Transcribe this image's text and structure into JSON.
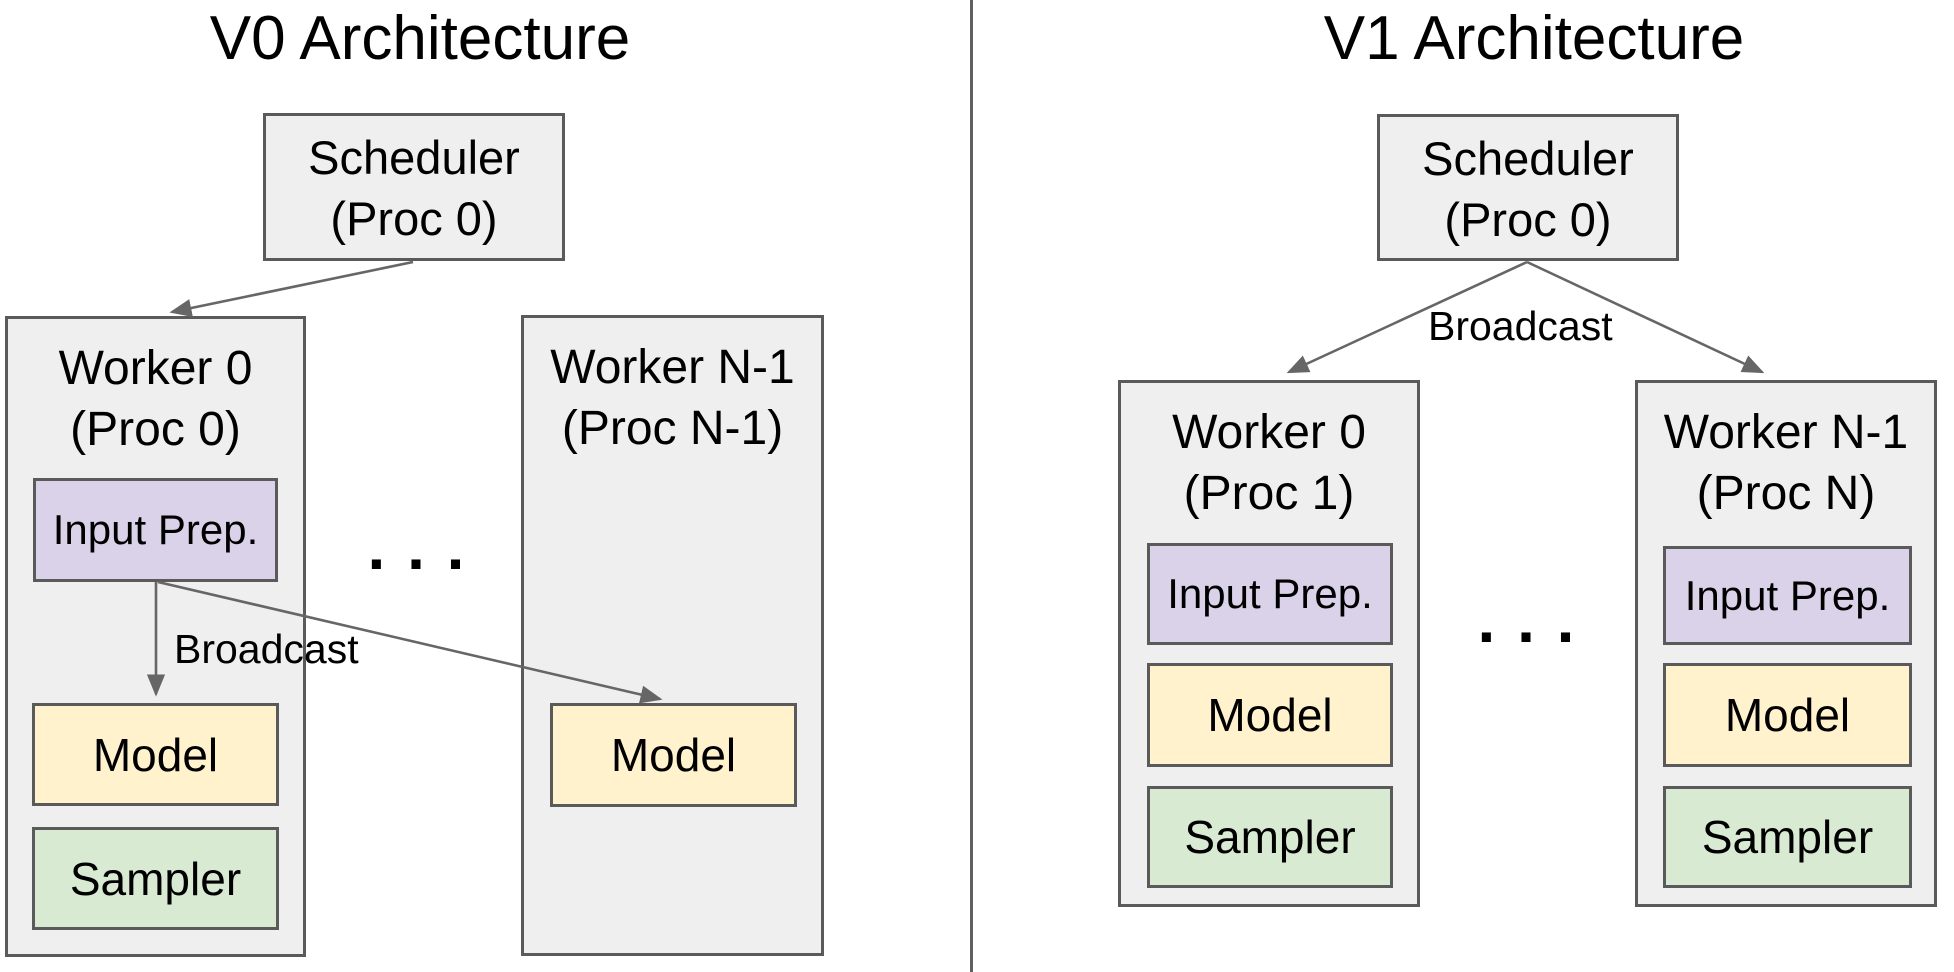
{
  "colors": {
    "box_fill": "#efefef",
    "box_border": "#5a5a5a",
    "purple": "#d9d2e9",
    "yellow": "#fff2cc",
    "green": "#d9ead3",
    "arrow": "#666666",
    "divider": "#606060",
    "text": "#000000"
  },
  "v0": {
    "title": "V0 Architecture",
    "scheduler": {
      "line1": "Scheduler",
      "line2": "(Proc 0)"
    },
    "broadcast_label": "Broadcast",
    "ellipsis": ". . .",
    "worker0": {
      "title_line1": "Worker 0",
      "title_line2": "(Proc 0)",
      "input_prep_label": "Input Prep.",
      "model_label": "Model",
      "sampler_label": "Sampler"
    },
    "workerN": {
      "title_line1": "Worker N-1",
      "title_line2": "(Proc N-1)",
      "model_label": "Model"
    }
  },
  "v1": {
    "title": "V1 Architecture",
    "scheduler": {
      "line1": "Scheduler",
      "line2": "(Proc 0)"
    },
    "broadcast_label": "Broadcast",
    "ellipsis": ". . .",
    "worker0": {
      "title_line1": "Worker 0",
      "title_line2": "(Proc 1)",
      "input_prep_label": "Input Prep.",
      "model_label": "Model",
      "sampler_label": "Sampler"
    },
    "workerN": {
      "title_line1": "Worker N-1",
      "title_line2": "(Proc N)",
      "input_prep_label": "Input Prep.",
      "model_label": "Model",
      "sampler_label": "Sampler"
    }
  }
}
